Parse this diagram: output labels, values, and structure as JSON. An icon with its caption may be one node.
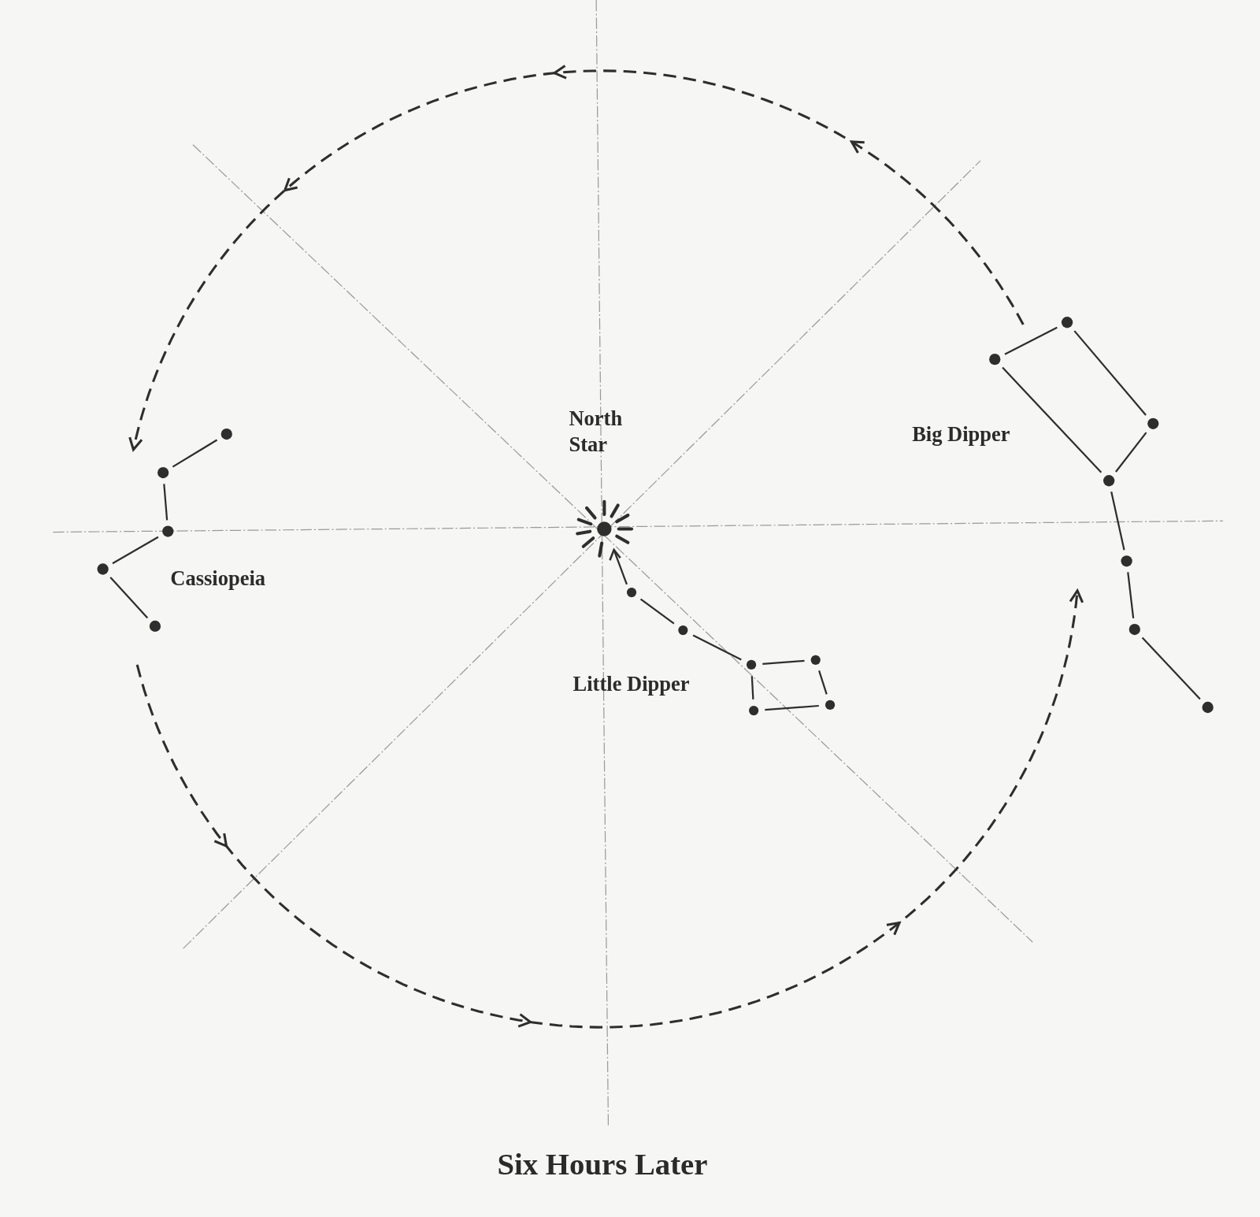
{
  "diagram": {
    "caption": "Six Hours Later",
    "labels": [
      "North Star",
      "Big Dipper",
      "Cassiopeia",
      "Little Dipper"
    ]
  }
}
